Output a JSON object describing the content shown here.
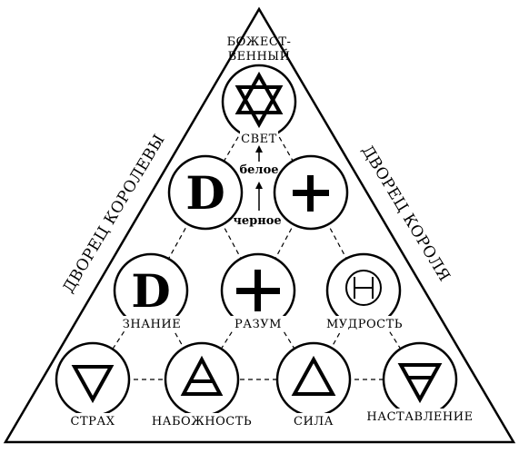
{
  "apex": {
    "label_line1": "БОЖЕСТ-",
    "label_line2": "ВЕННЫЙ"
  },
  "sides": {
    "left": "ДВОРЕЦ КОРОЛЕВЫ",
    "right": "ДВОРЕЦ КОРОЛЯ"
  },
  "circles": {
    "top": {
      "symbol": "hexagram-icon",
      "label": "СВЕТ"
    },
    "mid_left": {
      "symbol": "letter-d",
      "glyph": "D"
    },
    "mid_right": {
      "symbol": "plus-icon"
    },
    "lower_left": {
      "symbol": "letter-d",
      "glyph": "D",
      "label": "ЗНАНИЕ"
    },
    "lower_center": {
      "symbol": "plus-icon",
      "label": "РАЗУМ"
    },
    "lower_right": {
      "symbol": "circled-h-icon",
      "label": "МУДРОСТЬ"
    },
    "bottom_1": {
      "symbol": "down-triangle-icon",
      "label": "СТРАХ"
    },
    "bottom_2": {
      "symbol": "up-triangle-bar-icon",
      "label": "НАБОЖНОСТЬ"
    },
    "bottom_3": {
      "symbol": "up-triangle-icon",
      "label": "СИЛА"
    },
    "bottom_4": {
      "symbol": "down-triangle-bar-icon",
      "label": "НАСТАВЛЕНИЕ"
    }
  },
  "arrows": {
    "upper": "белое",
    "lower": "черное"
  }
}
